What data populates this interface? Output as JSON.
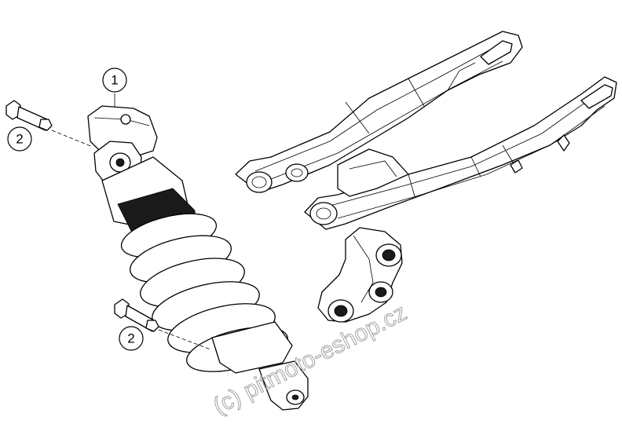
{
  "callouts": {
    "shock_absorber": "1",
    "upper_bolt": "2",
    "lower_bolt": "2"
  },
  "watermark": "(c) pitmoto-eshop.cz",
  "colors": {
    "line": "#000000",
    "background": "#ffffff",
    "watermark": "#9a9a9a"
  }
}
